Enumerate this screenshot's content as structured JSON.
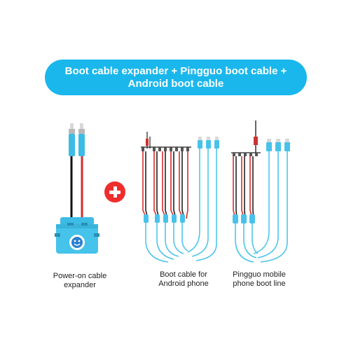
{
  "banner": {
    "line1": "Boot cable expander + Pingguo boot cable +",
    "line2": "Android boot cable"
  },
  "captions": {
    "expander": {
      "line1": "Power-on cable",
      "line2": "expander"
    },
    "android": {
      "line1": "Boot cable for",
      "line2": "Android phone"
    },
    "pingguo": {
      "line1": "Pingguo mobile",
      "line2": "phone boot line"
    }
  },
  "colors": {
    "accent": "#1ab7ec",
    "plus": "#ef2d2d",
    "cable_blue": "#4fc6ea",
    "cable_red": "#d92b2b",
    "cable_black": "#111111"
  },
  "icons": {
    "plus": "plus-icon",
    "expander_logo": "smiley-logo-icon"
  }
}
